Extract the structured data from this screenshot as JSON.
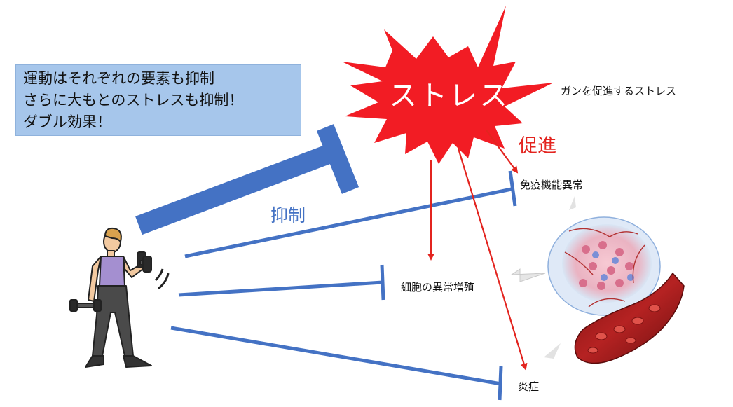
{
  "info_box": {
    "line1": "運動はそれぞれの要素も抑制",
    "line2": "さらに大もとのストレスも抑制！",
    "line3": "ダブル効果！"
  },
  "stress": {
    "label": "ストレス",
    "caption": "ガンを促進するストレス"
  },
  "relations": {
    "promote": "促進",
    "suppress": "抑制"
  },
  "targets": {
    "immune": "免疫機能異常",
    "proliferation": "細胞の異常増殖",
    "inflammation": "炎症"
  },
  "colors": {
    "stress_fill": "#f21c24",
    "promote_arrow": "#e3241f",
    "suppress_line": "#4472c4",
    "info_box_bg": "#a6c6eb"
  },
  "icons": [
    "woman-with-dumbbells-icon",
    "tumor-blood-vessel-icon"
  ]
}
